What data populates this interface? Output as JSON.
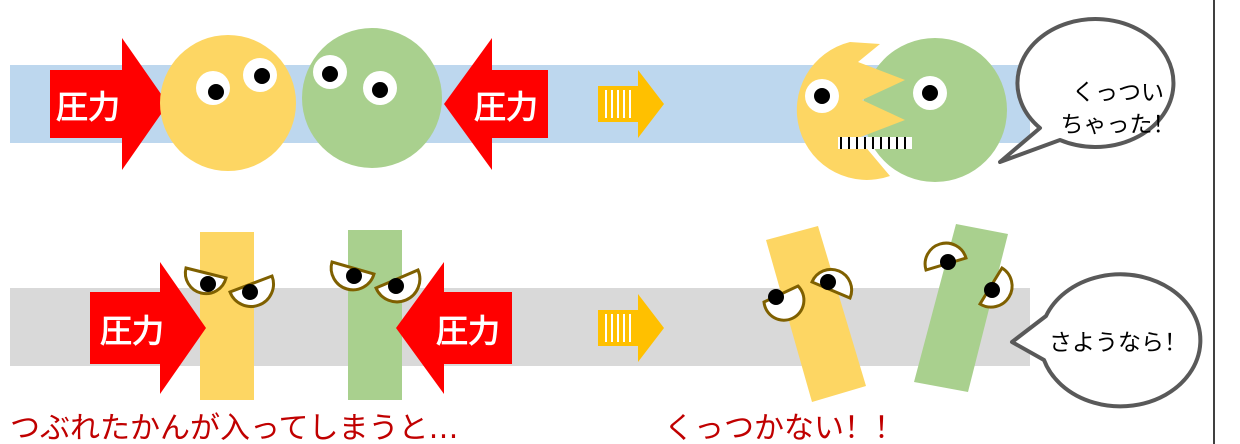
{
  "labels": {
    "pressure": "圧力"
  },
  "speech": {
    "top_line1": "くっつい",
    "top_line2": "ちゃった！",
    "bottom": "さようなら！"
  },
  "captions": {
    "left": "つぶれたかんが入ってしまうと…",
    "right": "くっつかない！！"
  },
  "colors": {
    "yellow": "#FDD663",
    "green": "#A9D08E",
    "pressure_arrow": "#FF0000",
    "process_arrow": "#FFC000",
    "top_band": "#BDD7EE",
    "bottom_band": "#D9D9D9",
    "caption_text": "#C00000",
    "eye_outline": "#7F6000"
  }
}
